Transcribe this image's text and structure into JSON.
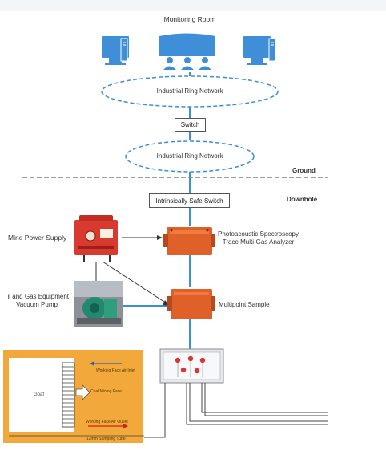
{
  "monitoring_room": {
    "title": "Monitoring Room"
  },
  "networks": {
    "upper_ring": "Industrial Ring Network",
    "lower_ring": "Industrial Ring Network"
  },
  "switch": {
    "label": "Switch"
  },
  "zones": {
    "ground": "Ground",
    "downhole": "Downhole"
  },
  "safe_switch": {
    "label": "Intrinsically Safe Switch"
  },
  "power_supply": {
    "label": "Mine Power Supply"
  },
  "analyzer": {
    "line1": "Photoacoustic Spectroscopy",
    "line2": "Trace Multi-Gas Analyzer"
  },
  "vacuum_pump": {
    "line1": "il and Gas Equipment",
    "line2": "Vacuum Pump"
  },
  "multipoint": {
    "label": "Multipoint Sample"
  },
  "mining_face": {
    "goaf": "Goaf",
    "air_inlet": "Working Face Air Inlet",
    "coal_face": "Coal Mining Face",
    "air_outlet": "Working Face Air Outlet",
    "sampling_tube": "12mm Sampling Tube"
  },
  "colors": {
    "blue_line": "#3a8fd6",
    "monitor_blue": "#3f8fd8",
    "cabinet_orange": "#e0602a",
    "face_orange": "#f2a83a",
    "power_red": "#d93a2f"
  }
}
